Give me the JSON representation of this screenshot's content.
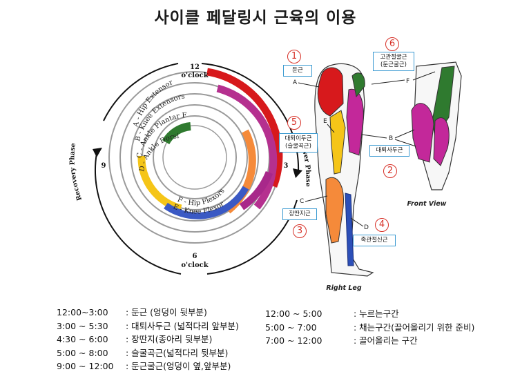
{
  "title": "사이클 페달링시 근육의 이용",
  "clock": {
    "top": "12",
    "top_sub": "o'clock",
    "bottom": "6",
    "bottom_sub": "o'clock",
    "right": "3",
    "left": "9",
    "recovery_phase": "Recovery Phase",
    "power_phase": "Power Phase"
  },
  "ring_labels": [
    "A - Hip Extensor",
    "B - Knee Extensors",
    "C - Ankle Plantar Flexors",
    "D - Ankle Dorsiflexors",
    "F - Hip Flexors",
    "E - Knee Flexor"
  ],
  "figure": {
    "right_leg": "Right Leg",
    "front_view": "Front View",
    "letters": [
      "A",
      "B",
      "C",
      "D",
      "E",
      "F"
    ]
  },
  "callouts": [
    {
      "num": "1",
      "text": "둔근"
    },
    {
      "num": "2",
      "text": "대퇴사두근"
    },
    {
      "num": "3",
      "text": "장딴지근"
    },
    {
      "num": "4",
      "text": "족관절신근"
    },
    {
      "num": "5",
      "text": "대퇴이두근 (슬굴곡근)"
    },
    {
      "num": "6",
      "text": "고관절굴근 (둔근굴근)"
    }
  ],
  "legend_left": [
    {
      "time": "12:00~3:00",
      "desc": ": 둔근 (엉덩이 뒷부분)"
    },
    {
      "time": "3:00 ~ 5:30",
      "desc": ": 대퇴사두근 (넓적다리 앞부분)"
    },
    {
      "time": "4:30 ~ 6:00",
      "desc": ": 장딴지(종아리 뒷부분)"
    },
    {
      "time": "5:00 ~ 8:00",
      "desc": ": 슬굴곡근(넓적다리 뒷부분)"
    },
    {
      "time": "9:00 ~ 12:00",
      "desc": ": 둔근굴근(엉덩이 옆,앞부분)"
    }
  ],
  "legend_right": [
    {
      "time": "12:00 ~ 5:00",
      "desc": ": 누르는구간"
    },
    {
      "time": "5:00 ~ 7:00",
      "desc": ": 채는구간(끌어올리기 위한 준비)"
    },
    {
      "time": "7:00 ~ 12:00",
      "desc": ": 끌어올리는 구간"
    }
  ],
  "colors": {
    "hip_extensor": "#d7191c",
    "knee_extensors": "#b5308f",
    "ankle_plantar": "#f58a3a",
    "ankle_dorsi": "#2f7a2f",
    "hip_flexors": "#f5c518",
    "knee_flexor": "#3a59c4",
    "callout_border": "#3b9ad1",
    "callout_number": "#d73027"
  }
}
